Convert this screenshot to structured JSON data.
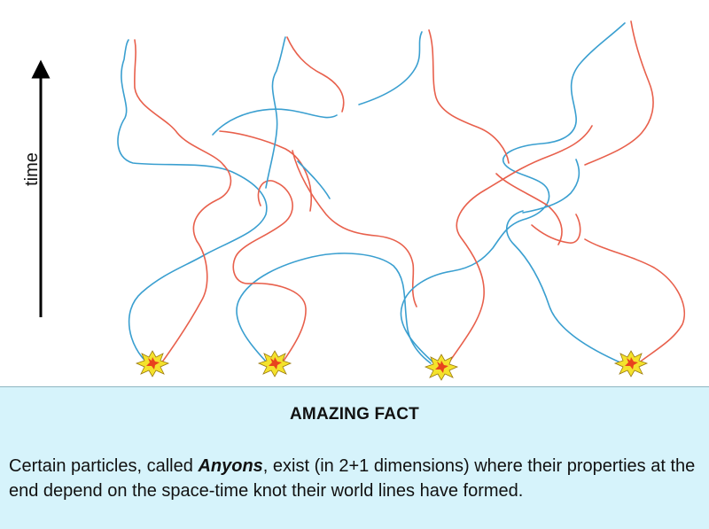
{
  "axis": {
    "label": "time"
  },
  "colors": {
    "strand_a": "#3a9fd0",
    "strand_b": "#e8604c",
    "burst_outer": "#f4e22c",
    "burst_inner": "#e8431e",
    "fact_background": "#d6f3fb"
  },
  "diagram": {
    "strands": 4,
    "creation_events": 4
  },
  "fact": {
    "heading": "AMAZING FACT",
    "text_before": "Certain particles, called ",
    "emphasis": "Anyons",
    "text_after": ", exist (in 2+1 dimensions) where their properties at the end depend on the space-time knot their world lines have formed."
  }
}
